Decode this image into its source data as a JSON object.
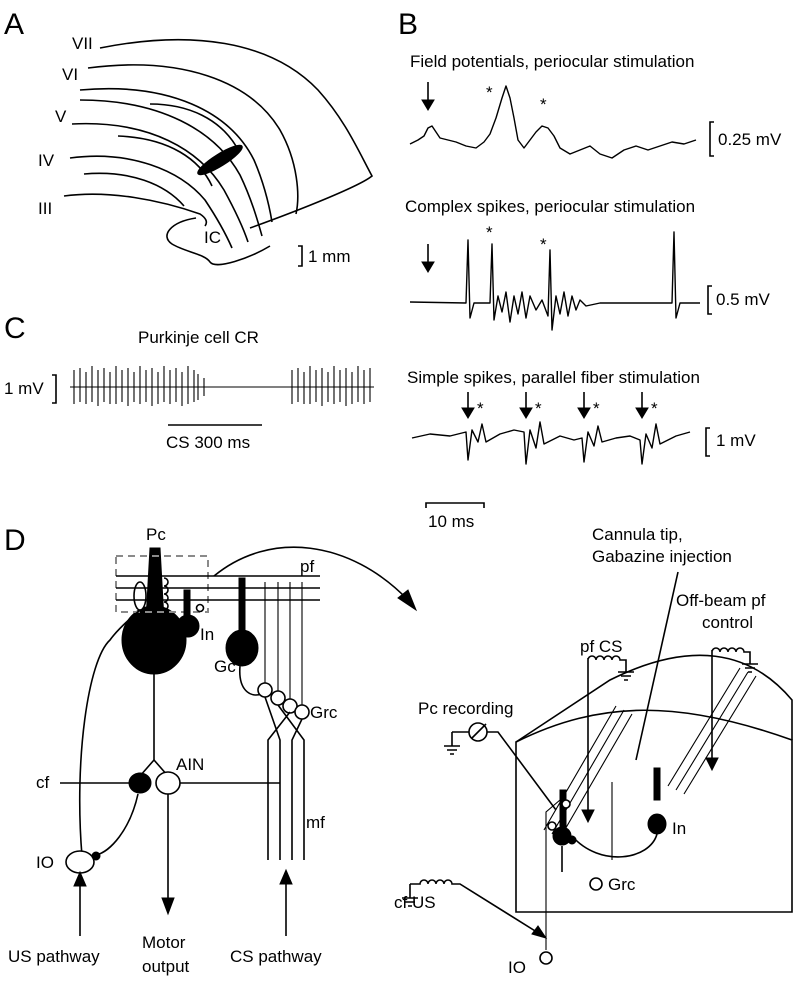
{
  "panels": {
    "a": {
      "letter": "A",
      "lobules": [
        "VII",
        "VI",
        "V",
        "IV",
        "III"
      ],
      "ic": "IC",
      "scale": "1 mm"
    },
    "b": {
      "letter": "B",
      "trace1": {
        "title": "Field potentials, periocular stimulation",
        "scale": "0.25 mV",
        "marker": "*"
      },
      "trace2": {
        "title": "Complex spikes, periocular stimulation",
        "scale": "0.5 mV",
        "marker": "*"
      },
      "trace3": {
        "title": "Simple spikes, parallel fiber stimulation",
        "scale": "1 mV",
        "marker": "*"
      },
      "time_scale": "10 ms"
    },
    "c": {
      "letter": "C",
      "title": "Purkinje cell CR",
      "scale": "1 mV",
      "cs_label": "CS 300 ms"
    },
    "d": {
      "letter": "D",
      "circuit": {
        "pc": "Pc",
        "pf": "pf",
        "in": "In",
        "gc": "Gc",
        "grc": "Grc",
        "ain": "AIN",
        "cf": "cf",
        "mf": "mf",
        "io": "IO",
        "us_pathway": "US pathway",
        "motor_output_1": "Motor",
        "motor_output_2": "output",
        "cs_pathway": "CS pathway"
      },
      "setup": {
        "cannula_1": "Cannula tip,",
        "cannula_2": "Gabazine injection",
        "offbeam_1": "Off-beam pf",
        "offbeam_2": "control",
        "pf_cs": "pf CS",
        "pc_recording": "Pc recording",
        "in": "In",
        "grc": "Grc",
        "cf_us": "cf US",
        "io": "IO"
      }
    }
  }
}
